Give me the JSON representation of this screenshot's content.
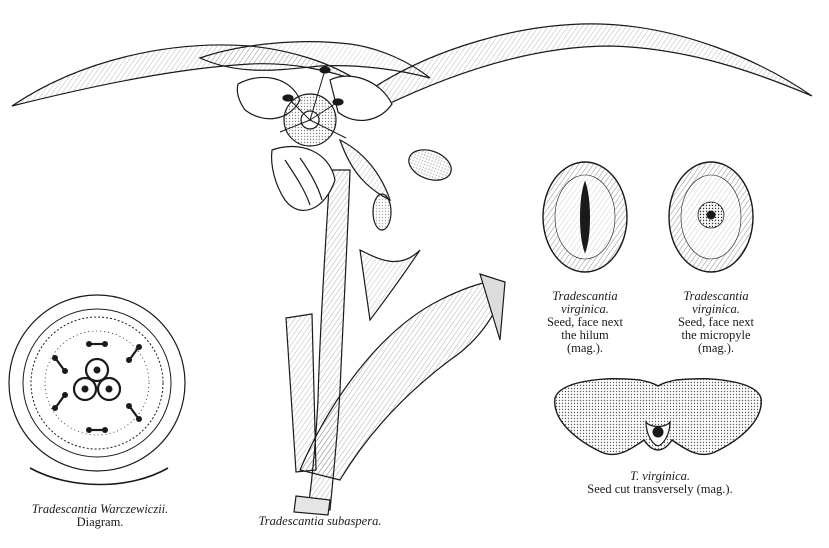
{
  "captions": {
    "diagram": {
      "species": "Tradescantia Warczewiczii.",
      "note": "Diagram."
    },
    "plant": {
      "species": "Tradescantia subaspera."
    },
    "seed_hilum": {
      "species": "Tradescantia",
      "species2": "virginica.",
      "line1": "Seed, face next",
      "line2": "the hilum",
      "line3": "(mag.)."
    },
    "seed_micropyle": {
      "species": "Tradescantia",
      "species2": "virginica.",
      "line1": "Seed, face next",
      "line2": "the micropyle",
      "line3": "(mag.)."
    },
    "seed_section": {
      "species": "T. virginica.",
      "line1": "Seed cut transversely (mag.)."
    }
  },
  "colors": {
    "ink": "#1a1a1a",
    "paper": "#ffffff",
    "fill": "#cfcfcf"
  }
}
